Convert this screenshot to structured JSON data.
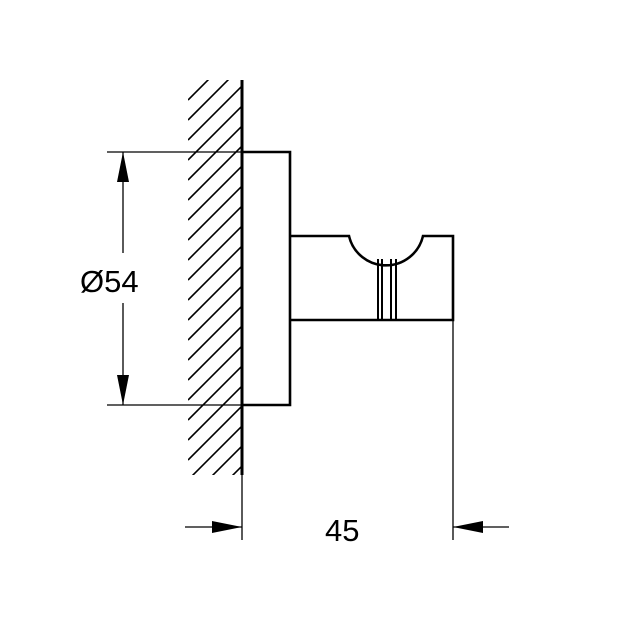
{
  "drawing": {
    "type": "technical-dimension-drawing",
    "subject": "wall-mounted robe hook (side view)",
    "stroke_color": "#000000",
    "background": "#ffffff"
  },
  "dimensions": {
    "diameter_label": "Ø54",
    "depth_label": "45"
  },
  "chart_data": {
    "type": "diagram",
    "title": "",
    "annotations": [
      {
        "label": "Ø54",
        "meaning": "rosette diameter (mm)",
        "orientation": "vertical"
      },
      {
        "label": "45",
        "meaning": "projection from wall (mm)",
        "orientation": "horizontal"
      }
    ]
  }
}
